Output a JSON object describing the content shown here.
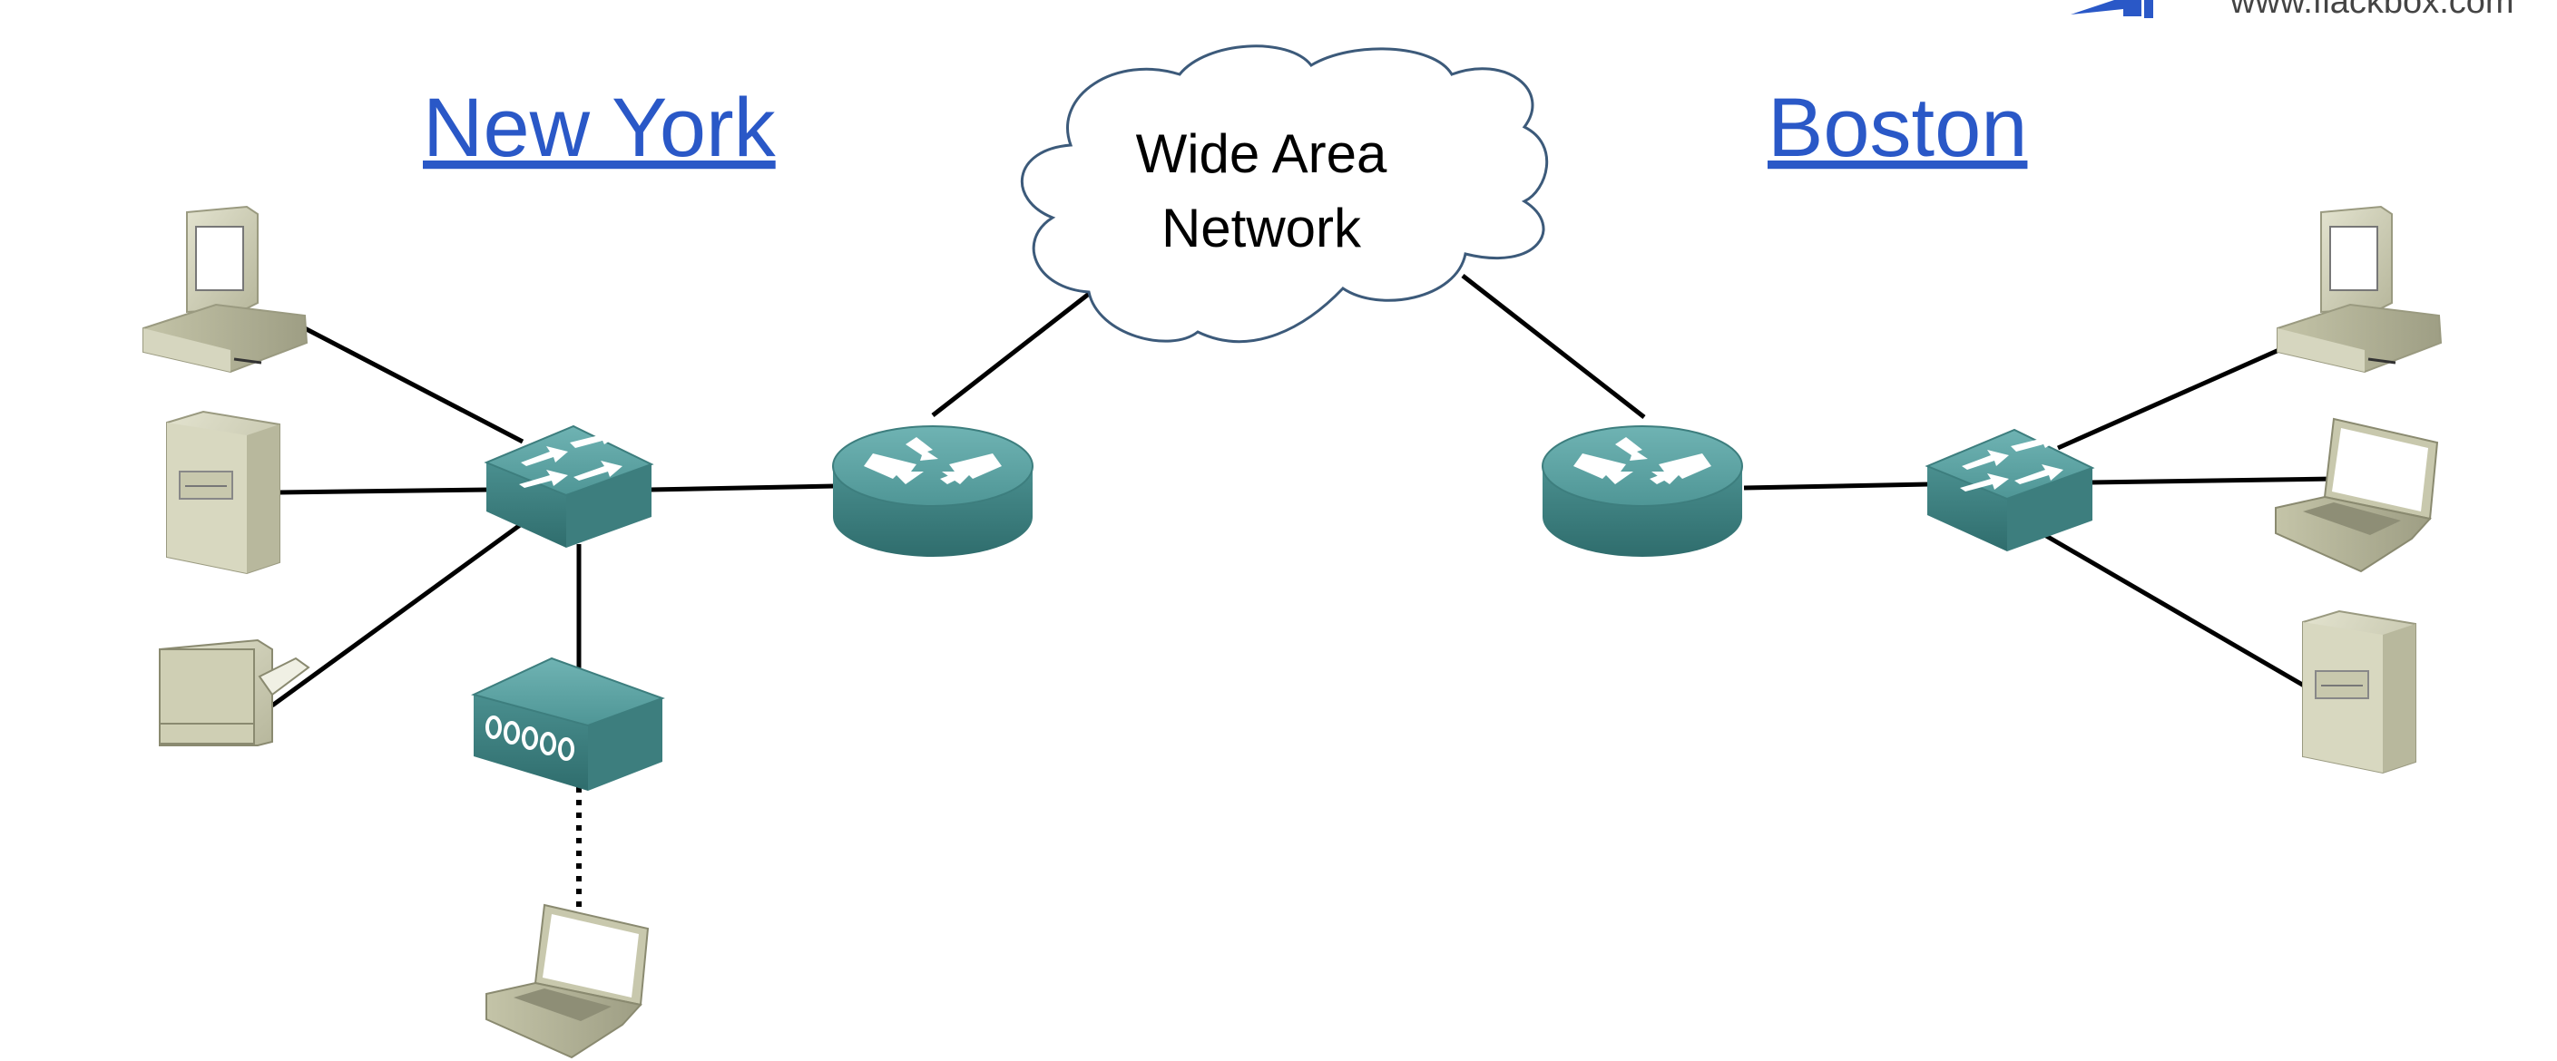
{
  "brand": {
    "url_text": "www.flackbox.com",
    "logo_color": "#2a58c7"
  },
  "sites": {
    "new_york": {
      "title": "New York"
    },
    "boston": {
      "title": "Boston"
    }
  },
  "wan": {
    "line1": "Wide Area",
    "line2": "Network"
  },
  "colors": {
    "site_title": "#2a58c7",
    "network_device": "#4a8f8f",
    "end_device": "#cfcfb4",
    "link": "#000000"
  },
  "devices": {
    "new_york": [
      "desktop-pc",
      "server",
      "printer",
      "switch",
      "router",
      "wireless-access-point",
      "laptop"
    ],
    "boston": [
      "desktop-pc",
      "laptop",
      "server",
      "switch",
      "router"
    ]
  }
}
